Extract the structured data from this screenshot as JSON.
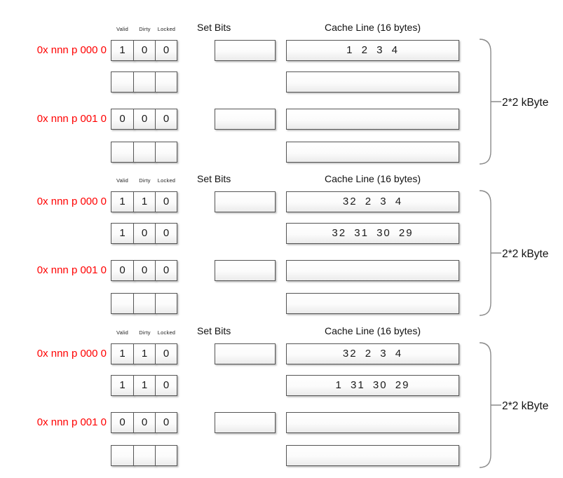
{
  "labels": {
    "valid": "Valid",
    "dirty": "Dirty",
    "locked": "Locked",
    "set_bits": "Set Bits",
    "cache_line": "Cache Line (16 bytes)",
    "size_label": "2*2 kByte"
  },
  "colors": {
    "address_text": "#ff0000",
    "box_border": "#565656",
    "box_fill_top": "#ffffff",
    "box_fill_bottom": "#ebebeb",
    "brace": "#8a8a8a",
    "text": "#1a1a1a"
  },
  "sections": [
    {
      "rows": [
        {
          "address": "0x nnn p 000 0",
          "bits": [
            "1",
            "0",
            "0"
          ],
          "cache": "1 2 3 4"
        },
        {
          "address": "",
          "bits": [
            "",
            "",
            ""
          ],
          "cache": ""
        },
        {
          "address": "0x nnn p 001 0",
          "bits": [
            "0",
            "0",
            "0"
          ],
          "cache": ""
        },
        {
          "address": "",
          "bits": [
            "",
            "",
            ""
          ],
          "cache": ""
        }
      ]
    },
    {
      "rows": [
        {
          "address": "0x nnn p 000 0",
          "bits": [
            "1",
            "1",
            "0"
          ],
          "cache": "32 2 3 4"
        },
        {
          "address": "",
          "bits": [
            "1",
            "0",
            "0"
          ],
          "cache": "32 31 30 29"
        },
        {
          "address": "0x nnn p 001 0",
          "bits": [
            "0",
            "0",
            "0"
          ],
          "cache": ""
        },
        {
          "address": "",
          "bits": [
            "",
            "",
            ""
          ],
          "cache": ""
        }
      ]
    },
    {
      "rows": [
        {
          "address": "0x nnn p 000 0",
          "bits": [
            "1",
            "1",
            "0"
          ],
          "cache": "32 2 3 4"
        },
        {
          "address": "",
          "bits": [
            "1",
            "1",
            "0"
          ],
          "cache": "1 31 30 29"
        },
        {
          "address": "0x nnn p 001 0",
          "bits": [
            "0",
            "0",
            "0"
          ],
          "cache": ""
        },
        {
          "address": "",
          "bits": [
            "",
            "",
            ""
          ],
          "cache": ""
        }
      ]
    }
  ]
}
